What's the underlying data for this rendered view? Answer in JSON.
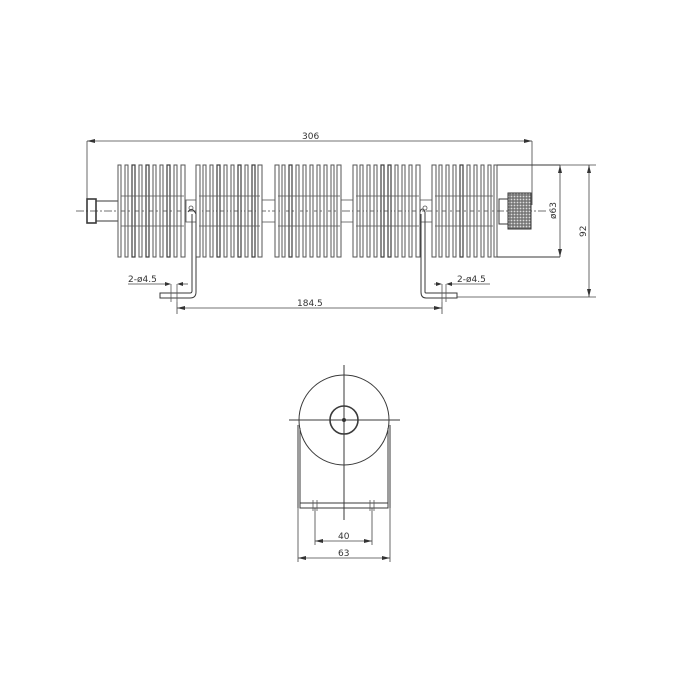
{
  "drawing": {
    "type": "technical-drawing",
    "subject": "finned coaxial attenuator / dummy load with mounting brackets",
    "views": [
      "side-view",
      "end-view"
    ]
  },
  "side_view": {
    "dimensions": {
      "overall_length": "306",
      "diameter": "ø63",
      "height": "92",
      "bracket_spacing": "184.5",
      "hole_left": "2-ø4.5",
      "hole_right": "2-ø4.5"
    },
    "fin_groups": 5,
    "fins_per_group": 10,
    "connectors": [
      "left-n-connector",
      "right-knurled-connector"
    ]
  },
  "end_view": {
    "dimensions": {
      "hole_spacing": "40",
      "bracket_width": "63"
    }
  },
  "colors": {
    "background": "#ffffff",
    "line": "#3a3a3a"
  }
}
